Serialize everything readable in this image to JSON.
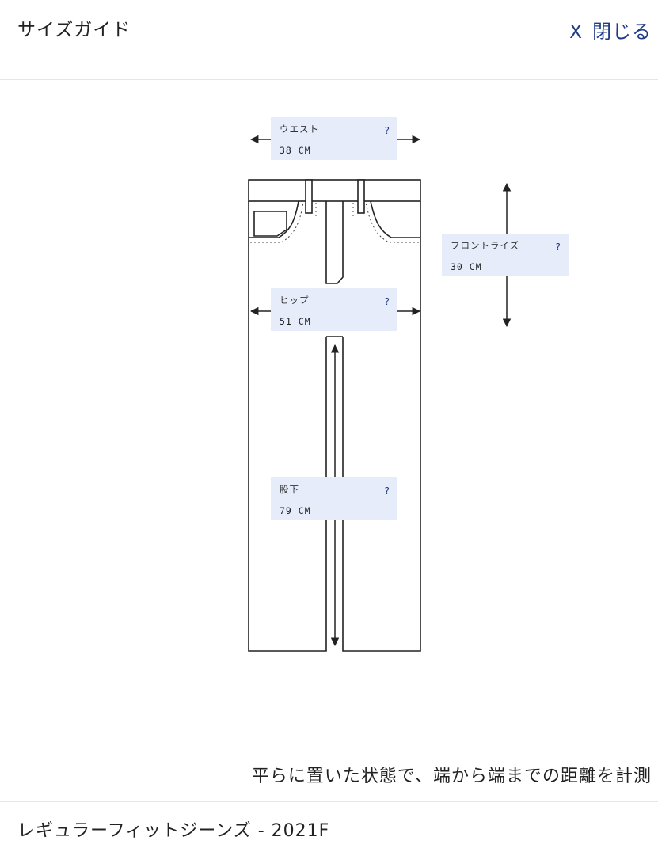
{
  "header": {
    "title": "サイズガイド",
    "close_x": "X",
    "close_label": "閉じる"
  },
  "measurements": [
    {
      "key": "waist",
      "label": "ウエスト",
      "value": "38 CM",
      "help": "?"
    },
    {
      "key": "front_rise",
      "label": "フロントライズ",
      "value": "30 CM",
      "help": "?"
    },
    {
      "key": "hip",
      "label": "ヒップ",
      "value": "51 CM",
      "help": "?"
    },
    {
      "key": "inseam",
      "label": "股下",
      "value": "79 CM",
      "help": "?"
    }
  ],
  "note": "平らに置いた状態で、端から端までの距離を計測",
  "footer": {
    "product": "レギュラーフィットジーンズ - 2021F"
  },
  "colors": {
    "accent": "#1f3a8a",
    "label_bg": "#e6ecfa",
    "line": "#222222"
  }
}
